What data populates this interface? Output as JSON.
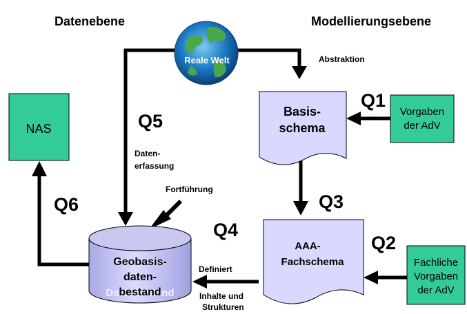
{
  "headings": {
    "left": "Datenebene",
    "right": "Modellierungsebene"
  },
  "globe_label": "Reale Welt",
  "boxes": {
    "nas": "NAS",
    "vorgaben_adv": [
      "Vorgaben",
      "der AdV"
    ],
    "fachliche_vorgaben": [
      "Fachliche",
      "Vorgaben",
      "der AdV"
    ]
  },
  "documents": {
    "basisschema": [
      "Basis-",
      "schema"
    ],
    "fachschema": [
      "AAA-",
      "Fachschema"
    ]
  },
  "database": {
    "label": [
      "Geobasis-",
      "daten-",
      "bestand"
    ],
    "shadow_label": [
      "Geobasis-",
      "Datenbestand"
    ]
  },
  "labels": {
    "abstraktion": "Abstraktion",
    "datenerfassung": [
      "Daten-",
      "erfassung"
    ],
    "fortfuehrung": "Fortführung",
    "definiert": "Definiert",
    "inhalte": [
      "Inhalte und",
      "Strukturen"
    ]
  },
  "q_labels": {
    "q1": "Q1",
    "q2": "Q2",
    "q3": "Q3",
    "q4": "Q4",
    "q5": "Q5",
    "q6": "Q6"
  },
  "colors": {
    "green_box": "#33cc99",
    "document": "#d9d9ff",
    "database": "#c8c8f0",
    "arrow": "#000000"
  }
}
